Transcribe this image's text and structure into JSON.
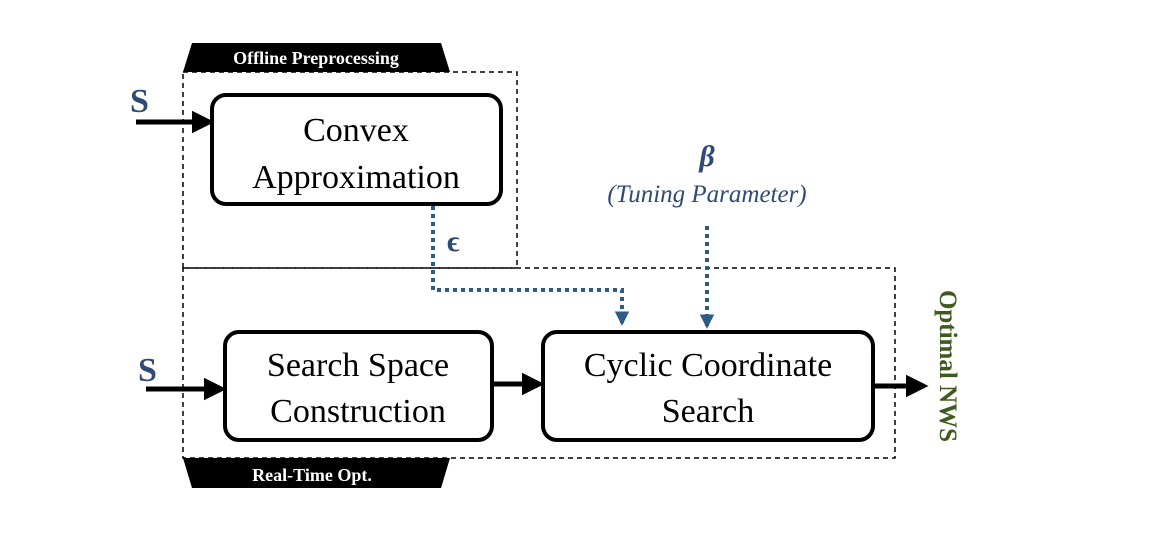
{
  "colors": {
    "blue": "#2f4a73",
    "dotted_blue": "#2e5a86",
    "green": "#3e5a1f",
    "black": "#000000"
  },
  "offline": {
    "tab_label": "Offline Preprocessing",
    "input_label": "S",
    "box_line1": "Convex",
    "box_line2": "Approximation",
    "output_symbol": "ϵ"
  },
  "tuning": {
    "symbol": "β",
    "label": "(Tuning Parameter)"
  },
  "realtime": {
    "tab_label": "Real-Time Opt.",
    "input_label": "S",
    "search_space_line1": "Search Space",
    "search_space_line2": "Construction",
    "cyclic_line1": "Cyclic Coordinate",
    "cyclic_line2": "Search"
  },
  "output": {
    "label": "Optimal NWS"
  }
}
